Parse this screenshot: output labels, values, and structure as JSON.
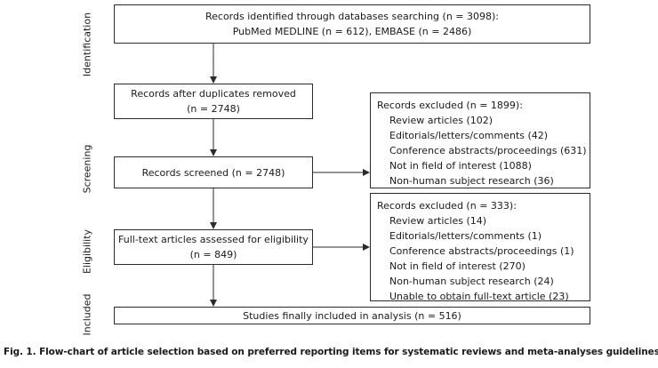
{
  "stages": {
    "identification": "Identification",
    "screening": "Screening",
    "eligibility": "Eligibility",
    "included": "Included"
  },
  "identified": {
    "line1": "Records identified through databases searching (n = 3098):",
    "line2": "PubMed MEDLINE (n = 612), EMBASE (n = 2486)"
  },
  "duplicates_removed": {
    "line1": "Records after duplicates removed",
    "line2": "(n = 2748)"
  },
  "screened": {
    "line1": "Records screened (n = 2748)"
  },
  "excluded_screening": {
    "title": "Records excluded (n = 1899):",
    "items": [
      "Review articles (102)",
      "Editorials/letters/comments (42)",
      "Conference abstracts/proceedings (631)",
      "Not in field of interest (1088)",
      "Non-human subject research (36)"
    ]
  },
  "fulltext": {
    "line1": "Full-text articles assessed for eligibility",
    "line2": "(n = 849)"
  },
  "excluded_eligibility": {
    "title": "Records excluded (n = 333):",
    "items": [
      "Review articles (14)",
      "Editorials/letters/comments (1)",
      "Conference abstracts/proceedings (1)",
      "Not in field of interest (270)",
      "Non-human subject research (24)",
      "Unable to obtain full-text article (23)"
    ]
  },
  "included": {
    "line1": "Studies finally included in analysis (n = 516)"
  },
  "caption": "Fig. 1. Flow-chart of article selection based on preferred reporting items for systematic reviews and meta-analyses guidelines."
}
